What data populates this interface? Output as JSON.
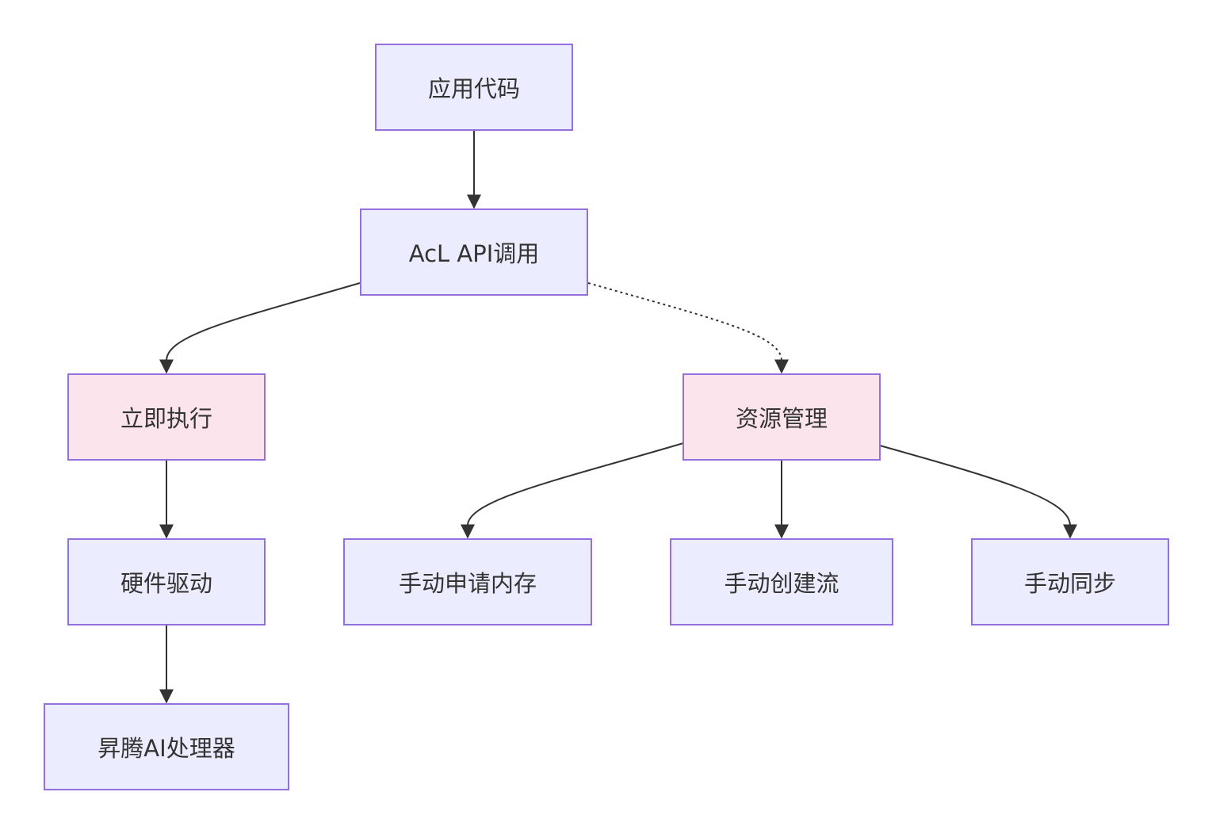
{
  "nodes": {
    "app_code": {
      "label": "应用代码"
    },
    "acl_api": {
      "label": "AcL API调用"
    },
    "immediate": {
      "label": "立即执行"
    },
    "resource_mgmt": {
      "label": "资源管理"
    },
    "hw_driver": {
      "label": "硬件驱动"
    },
    "alloc_mem": {
      "label": "手动申请内存"
    },
    "create_stream": {
      "label": "手动创建流"
    },
    "sync": {
      "label": "手动同步"
    },
    "ascend": {
      "label": "昇腾AI处理器"
    }
  },
  "edges": [
    {
      "from": "应用代码",
      "to": "AcL API调用",
      "style": "solid"
    },
    {
      "from": "AcL API调用",
      "to": "立即执行",
      "style": "solid"
    },
    {
      "from": "AcL API调用",
      "to": "资源管理",
      "style": "dotted"
    },
    {
      "from": "立即执行",
      "to": "硬件驱动",
      "style": "solid"
    },
    {
      "from": "硬件驱动",
      "to": "昇腾AI处理器",
      "style": "solid"
    },
    {
      "from": "资源管理",
      "to": "手动申请内存",
      "style": "solid"
    },
    {
      "from": "资源管理",
      "to": "手动创建流",
      "style": "solid"
    },
    {
      "from": "资源管理",
      "to": "手动同步",
      "style": "solid"
    }
  ],
  "colors": {
    "node_fill": "#ECECFF",
    "node_fill_highlight": "#FCE4EC",
    "node_border": "#9370DB",
    "edge": "#333333",
    "text": "#333333"
  }
}
